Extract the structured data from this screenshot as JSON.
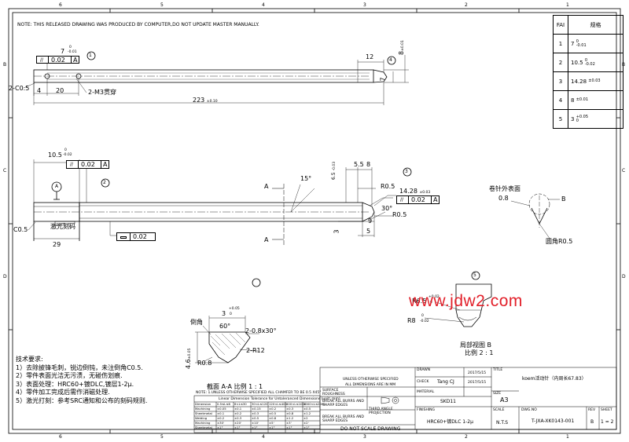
{
  "notice": "NOTE: THIS RELEASED DRAWING WAS PRODUCED BY COMPUTER,DO NOT UPDATE MASTER MANUALLY.",
  "zone_columns": [
    "6",
    "5",
    "4",
    "3",
    "2",
    "1"
  ],
  "zone_rows": [
    "B",
    "C",
    "D"
  ],
  "fai_table": {
    "header": {
      "fai": "FAI",
      "spec": "规格"
    },
    "rows": [
      {
        "no": "1",
        "nominal": "7",
        "upper": "0",
        "lower": "-0.01"
      },
      {
        "no": "2",
        "nominal": "10.5",
        "upper": "0",
        "lower": "-0.02"
      },
      {
        "no": "3",
        "nominal": "14.28",
        "tol": "±0.03"
      },
      {
        "no": "4",
        "nominal": "8",
        "tol": "±0.01"
      },
      {
        "no": "5",
        "nominal": "3",
        "upper": "+0.05",
        "lower": "0"
      }
    ]
  },
  "top_view": {
    "dim_7": "7",
    "dim_7_upper": "0",
    "dim_7_lower": "-0.01",
    "fcf_sym": "//",
    "fcf_val": "0.02",
    "fcf_datum": "A",
    "chamfer": "2-C0.5",
    "dim_4": "4",
    "dim_20": "20",
    "hole": "2-M3贯穿",
    "dim_223": "223",
    "dim_223_tol": "±0.10",
    "dim_12": "12",
    "dim_8": "8",
    "dim_8_tol": "±0.01",
    "dim_7b": "7",
    "balloon_1": "1",
    "balloon_4": "4"
  },
  "front_view": {
    "dim_105": "10.5",
    "dim_105_upper": "0",
    "dim_105_lower": "-0.02",
    "fcf_sym": "//",
    "fcf_val": "0.02",
    "fcf_datum": "A",
    "datum": "A",
    "angle_15": "15°",
    "dim_65": "6.5",
    "dim_65_tol": "-0.03",
    "dim_55": "5.5",
    "dim_8": "8",
    "r05a": "R0.5",
    "r05b": "R0.5",
    "angle_30": "30°",
    "dim_9": "9",
    "dim_3": "3",
    "dim_5": "5",
    "dim_1428": "14.28",
    "dim_1428_tol": "±0.03",
    "fcf2_sym": "//",
    "fcf2_val": "0.02",
    "fcf2_datum": "A",
    "section_a1": "A",
    "section_a2": "A",
    "c05": "C0.5",
    "laser": "激光刻码",
    "dim_29": "29",
    "flat_val": "0.02",
    "balloon_2": "2",
    "balloon_3": "3"
  },
  "detail_b": {
    "label_outer": "卷针外表面",
    "dim_08": "0.8",
    "b": "B",
    "round": "圆角R0.5",
    "title": "局部视图 B",
    "scale": "比例 2 : 1",
    "r65": "R6.5",
    "r65_upper": "+0.02",
    "r65_lower": "0",
    "r8": "R8",
    "r8_upper": "0",
    "r8_lower": "-0.02",
    "balloon": "5"
  },
  "section_a": {
    "dim_3": "3",
    "dim_3_upper": "+0.05",
    "dim_3_lower": "0",
    "chamfer_label": "倒角",
    "angle_60": "60°",
    "chamfer": "2-0.8x30°",
    "r12": "2-R12",
    "dim_46": "4.6",
    "dim_46_tol": "±0.05",
    "r08": "R0.8",
    "title": "截面 A-A 比例 1 : 1"
  },
  "notes": {
    "heading": "技术要求:",
    "items": [
      "1）去除披锋毛刺，锐边倒钝，未注倒角C0.5.",
      "2）零件表面光洁无污渍，无碰伤划痕.",
      "3）表面处理：HRC60+镀DLC,镀层1-2μ.",
      "4）零件加工完成后需作消磁处理.",
      "5）激光打刻：参考SRC通知和公布的刻码规则."
    ]
  },
  "tolerance_table": {
    "caption": "NOTE: 1.UNLESS OTHERWISE SPECIFIED ALL CHAMFER TO BE 0.5 X45°",
    "subcaption": "Linear Dimension Tolerance for Untoleranced Dimensions (unit: mm)",
    "headers": [
      "Dimension",
      "0.5≤L≤6",
      "6<L≤30",
      "30<L≤120",
      "120<L≤400",
      "400<L≤1000",
      "1000<L≤2000"
    ],
    "rows": [
      [
        "Machining",
        "±0.05",
        "±0.1",
        "±0.15",
        "±0.2",
        "±0.3",
        "±0.5"
      ],
      [
        "Sheetmetal",
        "±0.1",
        "±0.2",
        "±0.3",
        "±0.5",
        "±0.8",
        "±1.2"
      ],
      [
        "Welding",
        "±0.2",
        "±0.3",
        "±0.5",
        "±0.8",
        "±1.2",
        "±2"
      ],
      [
        "Machining",
        "±30'",
        "±20'",
        "±10'",
        "±5'",
        "±3'",
        "±2'"
      ],
      [
        "Sheetmetal",
        "±1°",
        "±1°",
        "±1°",
        "±1°",
        "±1°",
        "±1°"
      ]
    ]
  },
  "title_block": {
    "drawn_label": "DRAWN",
    "drawn_date": "2017/5/15",
    "check_label": "CHECK",
    "check_name": "Tang CJ",
    "check_date": "2017/5/15",
    "title_label": "TITLE",
    "title": "koem活动针（内周长67.83）",
    "unless": "UNLESS OTHERWISE SPECIFIED",
    "all_dims": "ALL DIMENSIONS ARE IN MM",
    "surface": "SURFACE ROUGHNESS",
    "break_edges": "BREAK ALL BURRS AND SHARP EDGES",
    "third_angle": "THIRD ANGLE PROJECTION",
    "material_label": "MATERIAL",
    "material": "SKD11",
    "finishing_label": "FINISHING",
    "finishing": "HRC60+镀DLC 1-2μ",
    "size_label": "SIZE",
    "size": "A3",
    "scale_label": "SCALE",
    "scale": "N.T.S",
    "dwg_label": "DWG.NO",
    "dwg": "T-JXA-XK0143-001",
    "rev_label": "REV",
    "rev": "B",
    "sheet_label": "SHEET",
    "sheet": "1 = 2",
    "do_not_scale": "DO NOT SCALE DRAWING"
  },
  "watermark": "www.jdw2.com"
}
